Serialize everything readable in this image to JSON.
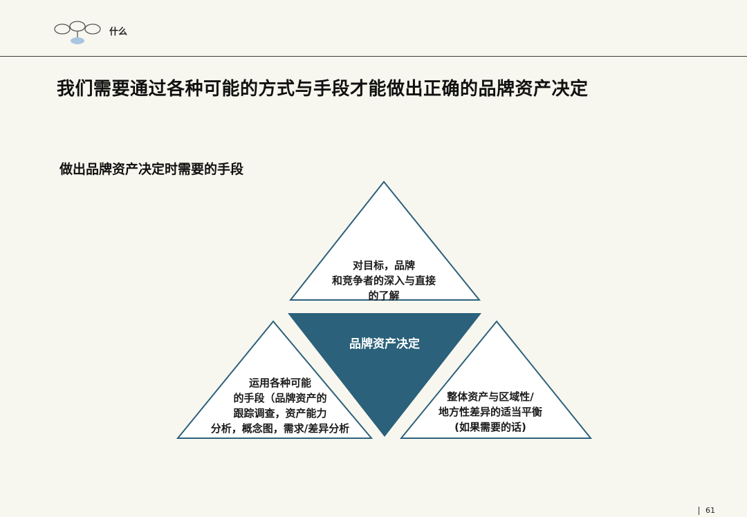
{
  "header": {
    "section_label": "什么"
  },
  "title": "我们需要通过各种可能的方式与手段才能做出正确的品牌资产决定",
  "subtitle": "做出品牌资产决定时需要的手段",
  "diagram": {
    "center_label": "品牌资产决定",
    "top": {
      "lines": [
        "对目标，品牌",
        "和竞争者的深入与直接",
        "的了解"
      ]
    },
    "left": {
      "lines": [
        "运用各种可能",
        "的手段（品牌资产的",
        "跟踪调查，资产能力",
        "分析，概念图，需求/差异分析"
      ]
    },
    "right": {
      "lines": [
        "整体资产与区域性/",
        "地方性差异的适当平衡",
        "(如果需要的话)"
      ]
    },
    "colors": {
      "center_fill": "#2b617a",
      "outline": "#2b617a",
      "outer_fill": "#ffffff"
    }
  },
  "footer": {
    "page_number": "61"
  }
}
